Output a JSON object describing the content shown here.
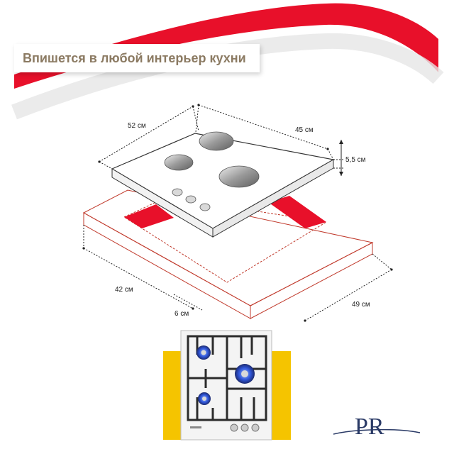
{
  "banner": {
    "text": "Впишется в любой интерьер кухни"
  },
  "dimensions": {
    "width_top": "52 см",
    "depth_top": "45 см",
    "height": "5,5 см",
    "cutout_width": "42 см",
    "cutout_depth": "49 см",
    "edge_offset": "6 см"
  },
  "logo": {
    "letters": "PR"
  },
  "colors": {
    "accent": "#e8102a",
    "banner_text": "#8b7a62",
    "photo_bg": "#f5c400"
  }
}
